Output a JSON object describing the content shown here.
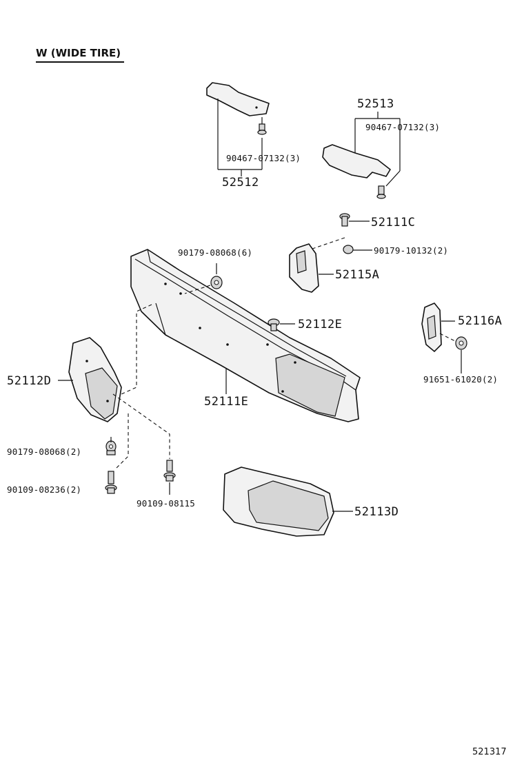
{
  "title": "W (WIDE TIRE)",
  "reference_number": "521317",
  "parts": {
    "p52513": "52513",
    "p90467_b": "90467-07132(3)",
    "p90467_a": "90467-07132(3)",
    "p52512": "52512",
    "p52111C": "52111C",
    "p90179_10132": "90179-10132(2)",
    "p90179_08068_6": "90179-08068(6)",
    "p52115A": "52115A",
    "p52116A": "52116A",
    "p52112E": "52112E",
    "p52112D": "52112D",
    "p91651": "91651-61020(2)",
    "p52111E": "52111E",
    "p90179_08068_2": "90179-08068(2)",
    "p90109_08236": "90109-08236(2)",
    "p90109_08115": "90109-08115",
    "p52113D": "52113D"
  },
  "colors": {
    "line": "#111111",
    "fill": "#f2f2f2",
    "shade": "#d6d6d6"
  }
}
